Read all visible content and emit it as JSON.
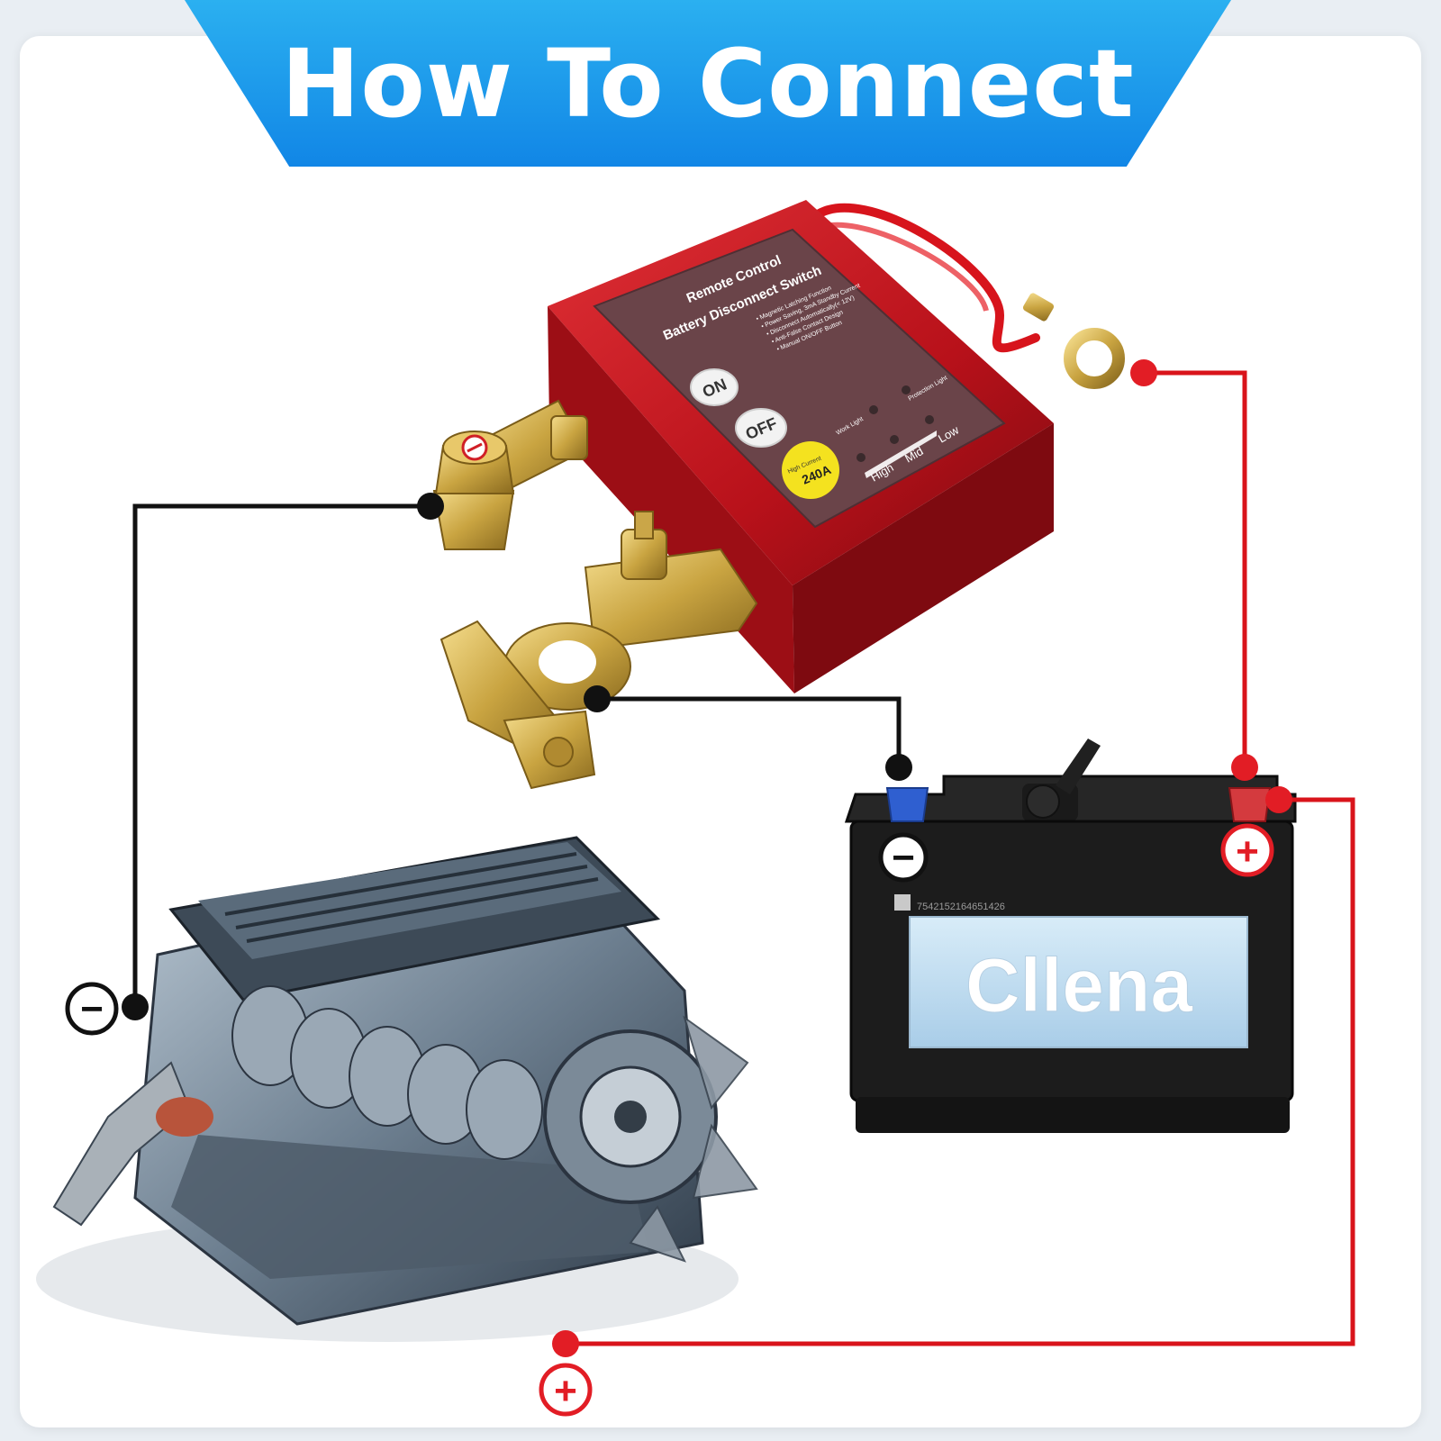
{
  "banner": {
    "title": "How To Connect"
  },
  "switch": {
    "title_line1": "Remote Control",
    "title_line2": "Battery Disconnect Switch",
    "features": [
      "• Magnetic Latching Function",
      "• Power Saving, 3mA Standby Current",
      "• Disconnect Automatically(< 12V)",
      "• Anti-False Contact Design",
      "• Manual ON/OFF Button"
    ],
    "on_label": "ON",
    "off_label": "OFF",
    "current_caption": "High Current",
    "current_value": "240A",
    "work_light_label": "Work Light",
    "protection_light_label": "Protection Light",
    "level_high": "High",
    "level_mid": "Mid",
    "level_low": "Low"
  },
  "battery": {
    "brand": "Cllena",
    "serial": "7542152164651426",
    "negative_symbol": "−",
    "positive_symbol": "+"
  },
  "engine": {
    "negative_symbol": "−",
    "positive_symbol": "+"
  },
  "colors": {
    "banner_blue": "#1a97ea",
    "negative_wire": "#111111",
    "positive_wire": "#d9141b",
    "switch_body": "#c4141a",
    "battery_body": "#1c1c1c",
    "terminal_brass": "#c9a441"
  }
}
